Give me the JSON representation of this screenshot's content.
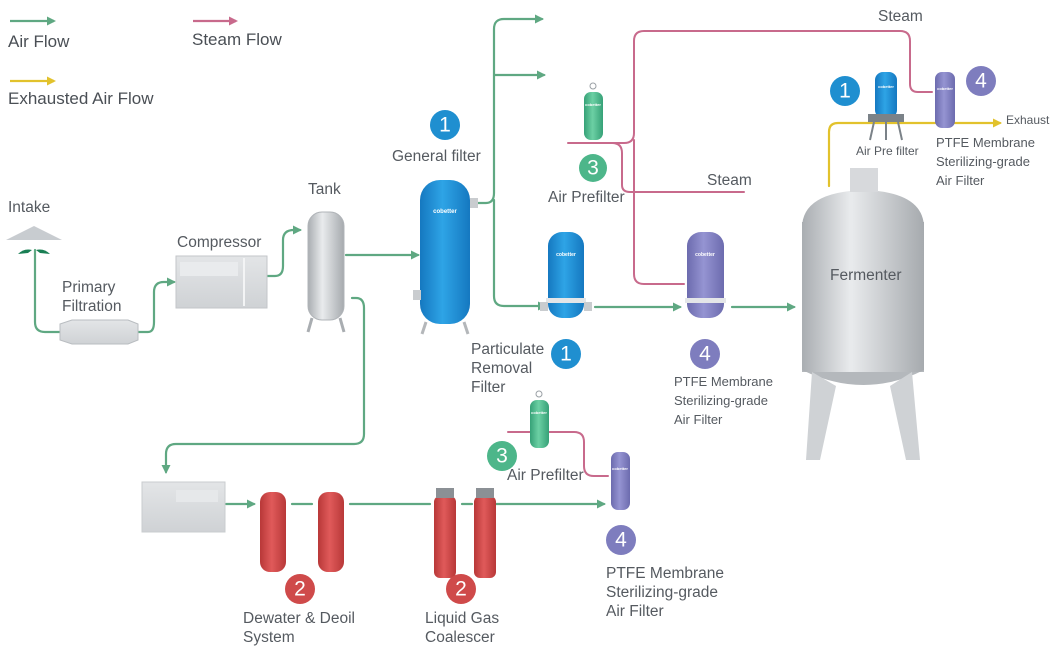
{
  "legend": {
    "air_flow": "Air Flow",
    "steam_flow": "Steam Flow",
    "exhausted_air_flow": "Exhausted Air Flow"
  },
  "colors": {
    "air": "#5fa882",
    "steam": "#c86a8c",
    "exhaust": "#e2c22c",
    "blue": "#1f8fd0",
    "red": "#cf4a4a",
    "purple": "#7e7dbe",
    "green": "#4db68a",
    "gray": "#c9cccf"
  },
  "equipment": {
    "intake": "Intake",
    "primary_filtration": [
      "Primary",
      "Filtration"
    ],
    "compressor": "Compressor",
    "tank": "Tank",
    "general_filter": "General filter",
    "air_prefilter_top": "Air Prefilter",
    "steam_mid": "Steam",
    "steam_top": "Steam",
    "particulate_filter": [
      "Particulate",
      "Removal",
      "Filter"
    ],
    "ptfe_mid": [
      "PTFE Membrane",
      "Sterilizing-grade",
      "Air Filter"
    ],
    "fermenter": "Fermenter",
    "air_pre_filter_fermenter": "Air Pre filter",
    "ptfe_top": [
      "PTFE Membrane",
      "Sterilizing-grade",
      "Air Filter"
    ],
    "exhaust": "Exhaust",
    "air_prefilter_bottom": "Air Prefilter",
    "dewater": [
      "Dewater & Deoil",
      "System"
    ],
    "coalescer": [
      "Liquid Gas",
      "Coalescer"
    ],
    "ptfe_bottom": [
      "PTFE Membrane",
      "Sterilizing-grade",
      "Air Filter"
    ]
  },
  "badges": {
    "general": "1",
    "particulate": "1",
    "fermenter_pre": "1",
    "dewater": "2",
    "coalescer": "2",
    "prefilter_top": "3",
    "prefilter_bottom": "3",
    "ptfe_mid": "4",
    "ptfe_top": "4",
    "ptfe_bottom": "4"
  },
  "brand": "cobetter"
}
